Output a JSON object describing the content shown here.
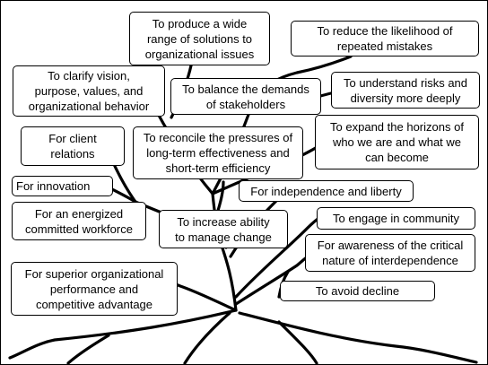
{
  "boxes": [
    "To produce a wide\nrange of solutions to\norganizational issues",
    "To reduce the likelihood of\nrepeated mistakes",
    "To clarify vision,\npurpose, values, and\norganizational behavior",
    "To balance the demands\nof stakeholders",
    "To understand risks and\ndiversity more deeply",
    "For client\nrelations",
    "To reconcile the pressures of\nlong-term effectiveness and\nshort-term efficiency",
    "To expand the horizons of\nwho we are and what we\ncan become",
    "For innovation",
    "For independence and liberty",
    "For an energized\ncommitted workforce",
    "To increase ability\nto manage change",
    "To engage in community",
    "For awareness of the critical\nnature of interdependence",
    "For superior organizational\nperformance and\ncompetitive advantage",
    "To avoid decline"
  ]
}
